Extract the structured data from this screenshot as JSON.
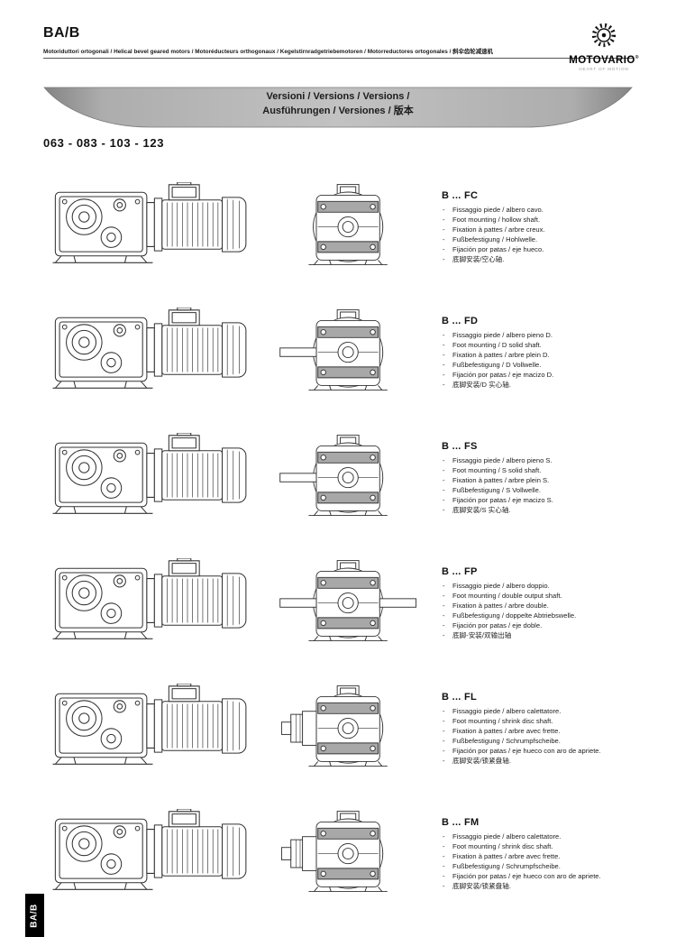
{
  "header": {
    "title": "BA/B",
    "subtitle": "Motoriduttori ortogonali / Helical bevel geared motors / Motoréducteurs orthogonaux / Kegelstirnradgetriebemotoren / Motorreductores ortogonales / 斜伞齿轮减速机"
  },
  "logo": {
    "name": "MOTOVARIO",
    "reg": "®",
    "tagline": "HEART OF MOTION"
  },
  "banner": {
    "line1": "Versioni / Versions / Versions /",
    "line2": "Ausführungen / Versiones / 版本"
  },
  "sizes": "063 - 083 - 103 - 123",
  "side_tab": "BA/B",
  "colors": {
    "banner_gray": "#bdbdbd",
    "banner_edge": "#848484",
    "shade_gray": "#a8a8a8",
    "line": "#333333"
  },
  "versions": [
    {
      "code": "FC",
      "title": "B ... FC",
      "lines": [
        "Fissaggio piede / albero cavo.",
        "Foot mounting / hollow shaft.",
        "Fixation à pattes / arbre creux.",
        "Fußbefestigung / Hohlwelle.",
        "Fijación por patas / eje hueco.",
        "底脚安装/空心轴."
      ]
    },
    {
      "code": "FD",
      "title": "B ... FD",
      "lines": [
        "Fissaggio piede / albero pieno D.",
        "Foot mounting / D solid shaft.",
        "Fixation à pattes / arbre plein D.",
        "Fußbefestigung / D Vollwelle.",
        "Fijación por patas / eje macizo D.",
        "底脚安装/D 实心轴."
      ]
    },
    {
      "code": "FS",
      "title": "B ... FS",
      "lines": [
        "Fissaggio piede / albero pieno S.",
        "Foot mounting / S solid shaft.",
        "Fixation à pattes / arbre plein S.",
        "Fußbefestigung / S Vollwelle.",
        "Fijación por patas / eje macizo S.",
        "底脚安装/S 实心轴."
      ]
    },
    {
      "code": "FP",
      "title": "B ... FP",
      "lines": [
        "Fissaggio piede / albero doppio.",
        "Foot mounting / double output shaft.",
        "Fixation à pattes / arbre double.",
        "Fußbefestigung / doppelte Abtriebswelle.",
        "Fijación por patas / eje doble.",
        "底脚-安装/双输出轴"
      ]
    },
    {
      "code": "FL",
      "title": "B ... FL",
      "lines": [
        "Fissaggio piede / albero calettatore.",
        "Foot mounting / shrink disc shaft.",
        "Fixation à pattes / arbre avec frette.",
        "Fußbefestigung / Schrumpfscheibe.",
        "Fijación por patas / eje hueco con aro de apriete.",
        "底脚安装/锁紧盘轴."
      ]
    },
    {
      "code": "FM",
      "title": "B ... FM",
      "lines": [
        "Fissaggio piede / albero calettatore.",
        "Foot mounting / shrink disc shaft.",
        "Fixation à pattes / arbre avec frette.",
        "Fußbefestigung / Schrumpfscheibe.",
        "Fijación por patas / eje hueco con aro de apriete.",
        "底脚安装/锁紧盘轴."
      ]
    }
  ]
}
